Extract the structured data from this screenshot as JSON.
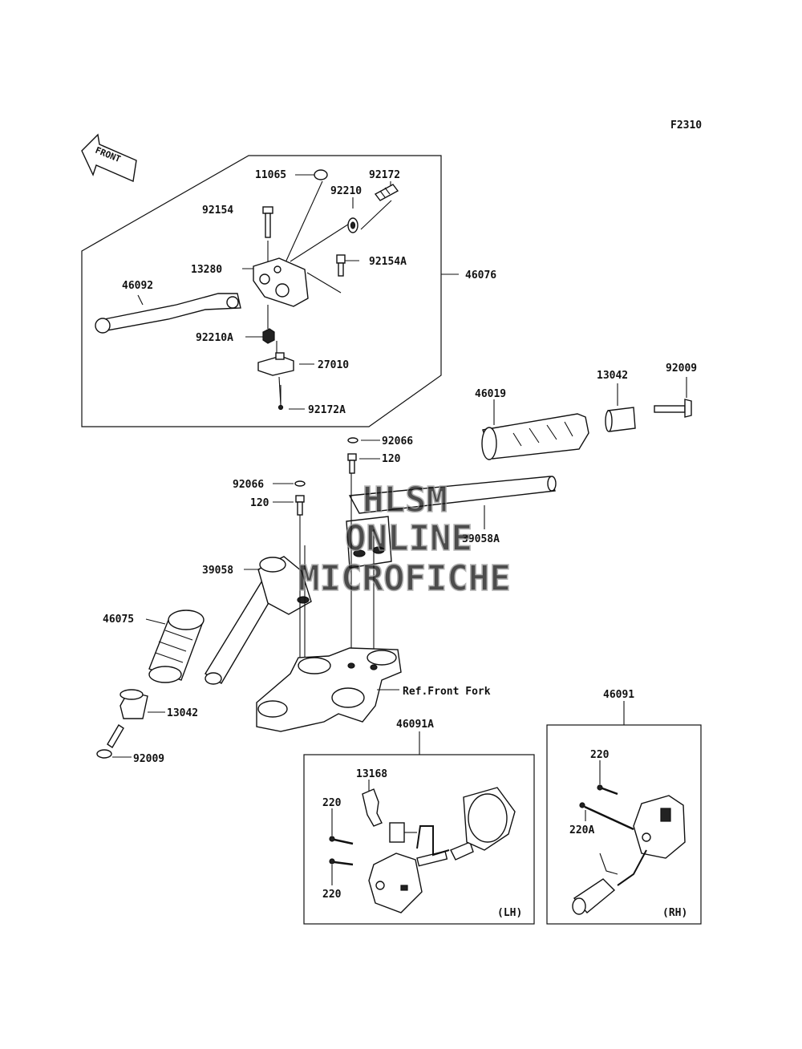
{
  "figure_code": "F2310",
  "front_arrow_label": "FRONT",
  "watermark": [
    "HLSM",
    "ONLINE",
    "MICROFICHE"
  ],
  "parts": {
    "p11065": "11065",
    "p92172": "92172",
    "p92210": "92210",
    "p92154": "92154",
    "p92154A": "92154A",
    "p13280": "13280",
    "p46092": "46092",
    "p46076": "46076",
    "p92210A": "92210A",
    "p27010": "27010",
    "p92172A": "92172A",
    "p46019": "46019",
    "p13042_r": "13042",
    "p92009_r": "92009",
    "p92066_r": "92066",
    "p120_r": "120",
    "p92066_l": "92066",
    "p120_l": "120",
    "p39058A": "39058A",
    "p39058": "39058",
    "p46075": "46075",
    "p13042_l": "13042",
    "p92009_l": "92009",
    "ref_front_fork": "Ref.Front Fork",
    "p46091": "46091",
    "p46091A": "46091A",
    "p13168": "13168",
    "p220_lh_top": "220",
    "p220_lh_bot": "220",
    "p220_rh": "220",
    "p220A": "220A",
    "lh": "(LH)",
    "rh": "(RH)"
  }
}
